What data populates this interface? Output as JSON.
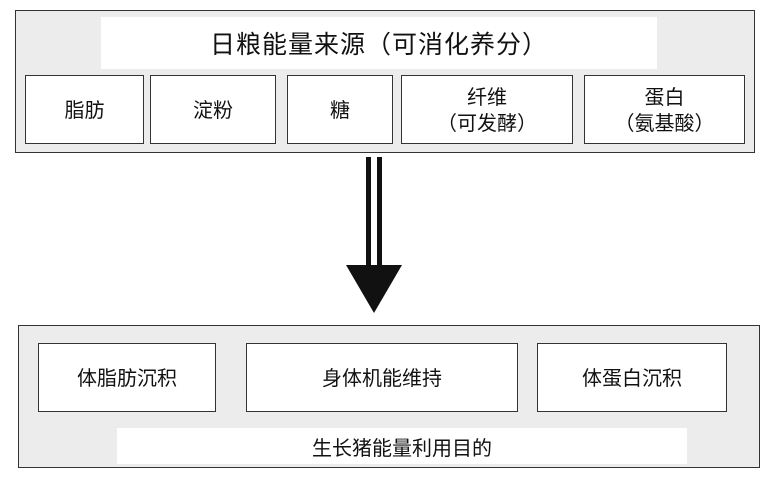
{
  "top": {
    "title": "日粮能量来源（可消化养分）",
    "sources": [
      {
        "label": "脂肪",
        "sub": ""
      },
      {
        "label": "淀粉",
        "sub": ""
      },
      {
        "label": "糖",
        "sub": ""
      },
      {
        "label": "纤维",
        "sub": "（可发酵）"
      },
      {
        "label": "蛋白",
        "sub": "（氨基酸）"
      }
    ]
  },
  "bottom": {
    "title": "生长猪能量利用目的",
    "uses": [
      {
        "label": "体脂肪沉积"
      },
      {
        "label": "身体机能维持"
      },
      {
        "label": "体蛋白沉积"
      }
    ]
  }
}
